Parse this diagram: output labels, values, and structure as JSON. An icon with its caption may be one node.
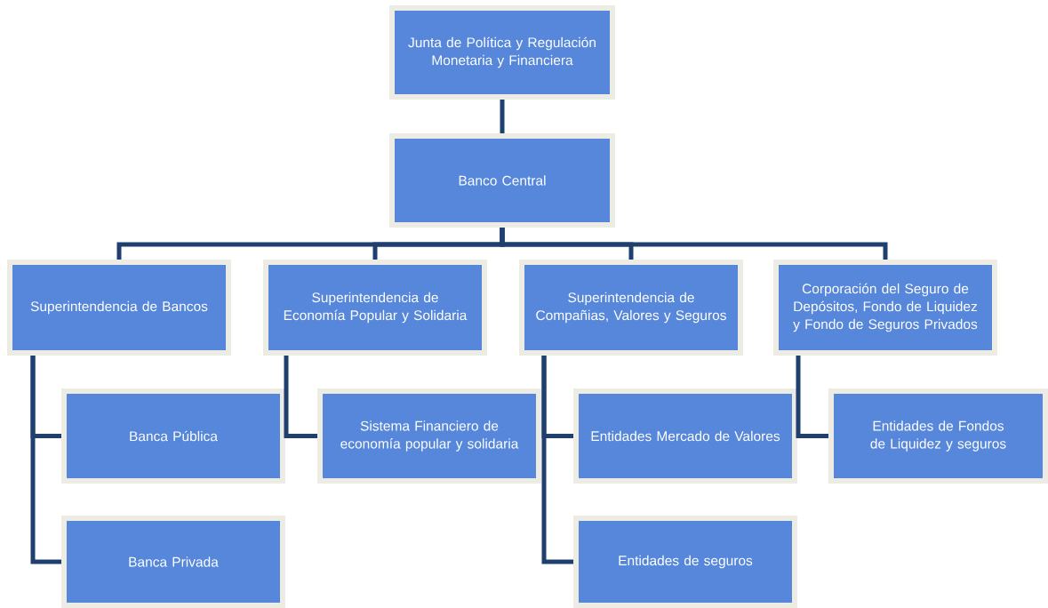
{
  "diagram": {
    "nodes": [
      {
        "text": [
          "Junta de Política y Regulación Monetaria y Financiera"
        ]
      },
      {
        "text": [
          "Banco Central"
        ]
      },
      {
        "text": [
          "Superintendencia de Bancos"
        ]
      },
      {
        "text": [
          "Superintendencia de Economía Popular y Solidaria"
        ]
      },
      {
        "text": [
          "Superintendencia de Compañias, Valores y Seguros"
        ]
      },
      {
        "text": [
          "Corporación del Seguro de Depósitos, Fondo de Liquidez y Fondo de Seguros Privados"
        ]
      },
      {
        "text": [
          "Banca Pública"
        ]
      },
      {
        "text": [
          "Banca Privada"
        ]
      },
      {
        "text": [
          "Sistema Financiero de economía popular y solidaria"
        ]
      },
      {
        "text": [
          "Entidades Mercado de Valores"
        ]
      },
      {
        "text": [
          "Entidades de seguros"
        ]
      },
      {
        "text": [
          "Entidades de Fondos de Liquidez y seguros"
        ]
      }
    ],
    "edges": [
      {
        "from": 0,
        "to": 1,
        "arrow": "none"
      },
      {
        "from": 1,
        "to": 2,
        "arrow": "none"
      },
      {
        "from": 1,
        "to": 3,
        "arrow": "none"
      },
      {
        "from": 1,
        "to": 4,
        "arrow": "none"
      },
      {
        "from": 1,
        "to": 5,
        "arrow": "none"
      },
      {
        "from": 2,
        "to": 6,
        "arrow": "none"
      },
      {
        "from": 2,
        "to": 7,
        "arrow": "none"
      },
      {
        "from": 3,
        "to": 8,
        "arrow": "none"
      },
      {
        "from": 4,
        "to": 9,
        "arrow": "none"
      },
      {
        "from": 4,
        "to": 10,
        "arrow": "none"
      },
      {
        "from": 5,
        "to": 11,
        "arrow": "none"
      }
    ]
  }
}
